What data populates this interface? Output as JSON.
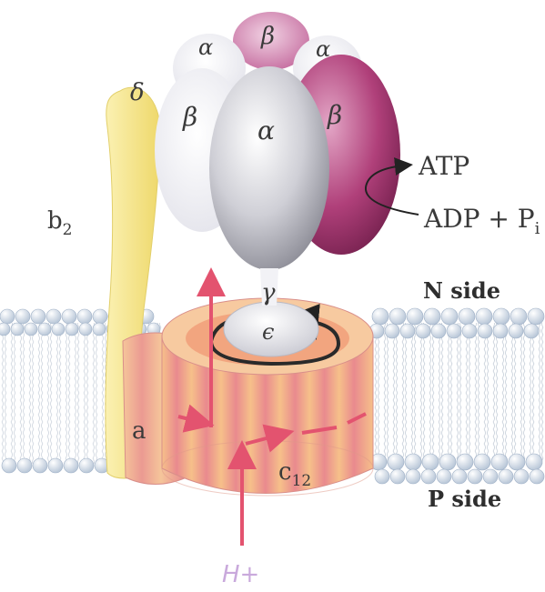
{
  "labels": {
    "alpha_top_left": "α",
    "alpha_top_right": "α",
    "beta_top": "β",
    "delta": "δ",
    "beta_left": "β",
    "alpha_center": "α",
    "beta_right": "β",
    "gamma": "γ",
    "epsilon": "ϵ",
    "b2_base": "b",
    "b2_sub": "2",
    "a": "a",
    "c12_base": "c",
    "c12_sub": "12",
    "proton": "H+"
  },
  "reaction": {
    "product": "ATP",
    "substrate_base": "ADP + P",
    "substrate_sub": "i"
  },
  "membrane_sides": {
    "n_side": "N side",
    "p_side": "P side"
  },
  "colors": {
    "alpha": "#cfcfd6",
    "beta": "#b0407a",
    "b2_stalk": "#f4e58c",
    "c_ring_orange": "#f3b37a",
    "c_ring_pink": "#e7748a",
    "proton_arrow": "#e3536f",
    "lipid_head": "#e6eef8"
  }
}
